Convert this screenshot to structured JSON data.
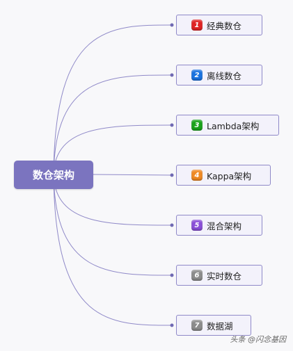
{
  "root": {
    "label": "数仓架构"
  },
  "nodes": [
    {
      "number": "1",
      "label": "经典数仓",
      "badge_color": "#e02323"
    },
    {
      "number": "2",
      "label": "离线数仓",
      "badge_color": "#1a73e0"
    },
    {
      "number": "3",
      "label": "Lambda架构",
      "badge_color": "#1aa31a"
    },
    {
      "number": "4",
      "label": "Kappa架构",
      "badge_color": "#f08a24"
    },
    {
      "number": "5",
      "label": "混合架构",
      "badge_color": "#8a4fd8"
    },
    {
      "number": "6",
      "label": "实时数仓",
      "badge_color": "#8c8c8c"
    },
    {
      "number": "7",
      "label": "数据湖",
      "badge_color": "#8c8c8c"
    }
  ],
  "colors": {
    "root_bg": "#7b74bf",
    "node_border": "#8f89c8",
    "line": "#8f89c8"
  },
  "watermark": "头条 @闪念基因"
}
